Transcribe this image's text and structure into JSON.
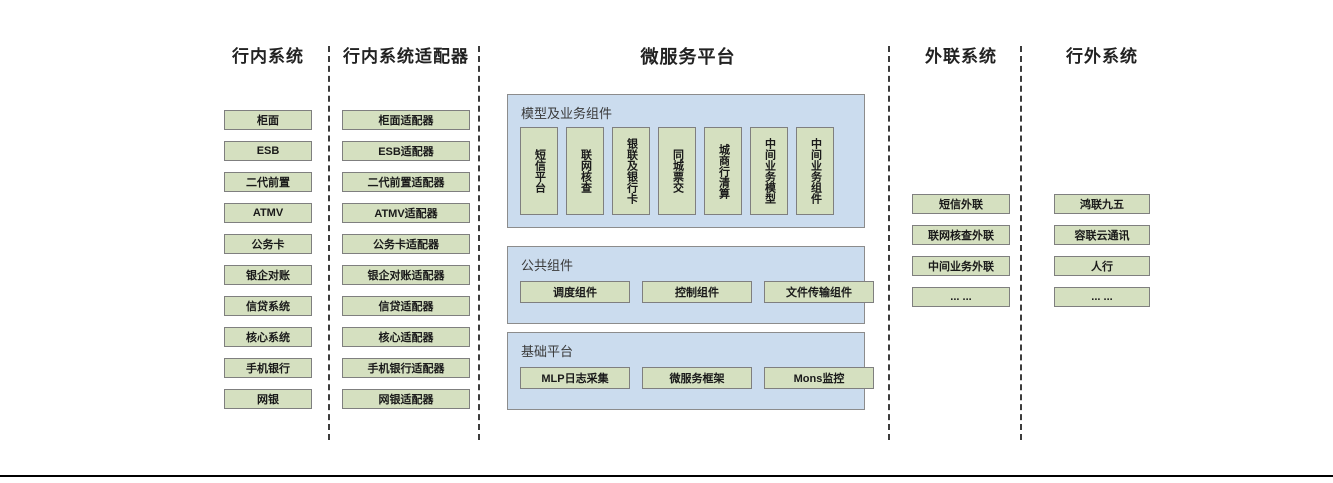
{
  "diagram": {
    "columns": {
      "inbank": {
        "title": "行内系统",
        "items": [
          "柜面",
          "ESB",
          "二代前置",
          "ATMV",
          "公务卡",
          "银企对账",
          "信贷系统",
          "核心系统",
          "手机银行",
          "网银"
        ]
      },
      "adapter": {
        "title": "行内系统适配器",
        "items": [
          "柜面适配器",
          "ESB适配器",
          "二代前置适配器",
          "ATMV适配器",
          "公务卡适配器",
          "银企对账适配器",
          "信贷适配器",
          "核心适配器",
          "手机银行适配器",
          "网银适配器"
        ]
      },
      "platform": {
        "title": "微服务平台",
        "panels": {
          "model": {
            "title": "模型及业务组件",
            "items": [
              "短信平台",
              "联网核查",
              "银联及银行卡",
              "同城票交",
              "城商行清算",
              "中间业务模型",
              "中间业务组件"
            ]
          },
          "public": {
            "title": "公共组件",
            "items": [
              "调度组件",
              "控制组件",
              "文件传输组件"
            ]
          },
          "base": {
            "title": "基础平台",
            "items": [
              "MLP日志采集",
              "微服务框架",
              "Mons监控"
            ]
          }
        }
      },
      "external": {
        "title": "外联系统",
        "items": [
          "短信外联",
          "联网核查外联",
          "中间业务外联",
          "... ..."
        ]
      },
      "outside": {
        "title": "行外系统",
        "items": [
          "鸿联九五",
          "容联云通讯",
          "人行",
          "... ..."
        ]
      }
    },
    "colors": {
      "node_fill": "#d5e0c0",
      "node_border": "#7f7f7f",
      "panel_fill": "#cbdcee",
      "panel_border": "#8c8c8c",
      "divider": "#3c3c3c",
      "text": "#1a1a1a"
    }
  }
}
